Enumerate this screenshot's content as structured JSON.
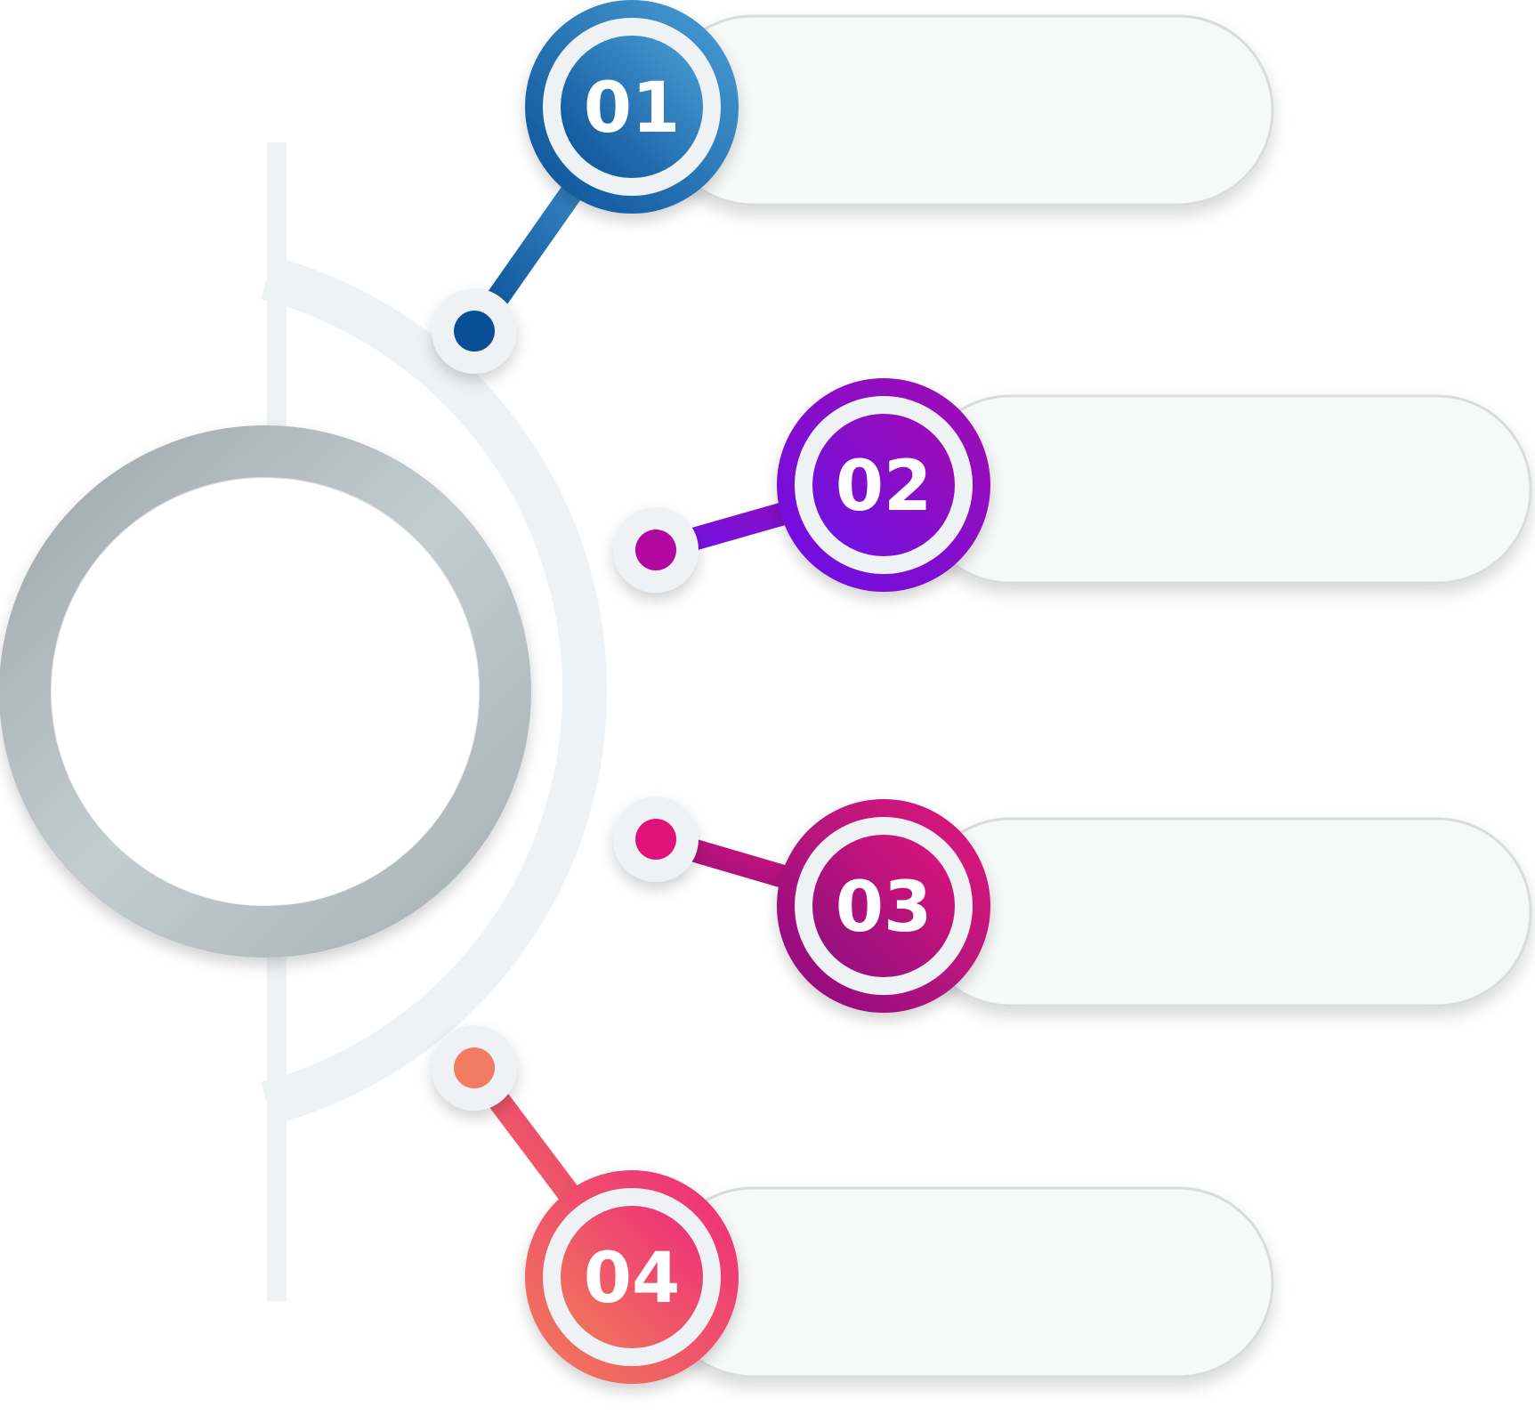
{
  "steps": [
    {
      "number": "01",
      "color_start": "#4a9fd6",
      "color_end": "#0a4e96",
      "dot_color": "#0a4e96"
    },
    {
      "number": "02",
      "color_start": "#a10bb0",
      "color_end": "#6a12e6",
      "dot_color": "#b1079e"
    },
    {
      "number": "03",
      "color_start": "#e0147a",
      "color_end": "#8a1080",
      "dot_color": "#e21378"
    },
    {
      "number": "04",
      "color_start": "#ee2a7b",
      "color_end": "#f07c5a",
      "dot_color": "#f07c64"
    }
  ],
  "colors": {
    "track": "#eef2f4",
    "ring": "#b8c3c5",
    "bar": "#f7f8f8",
    "bar_edge": "#d7dcde",
    "badge_ring": "#eef2f4"
  }
}
